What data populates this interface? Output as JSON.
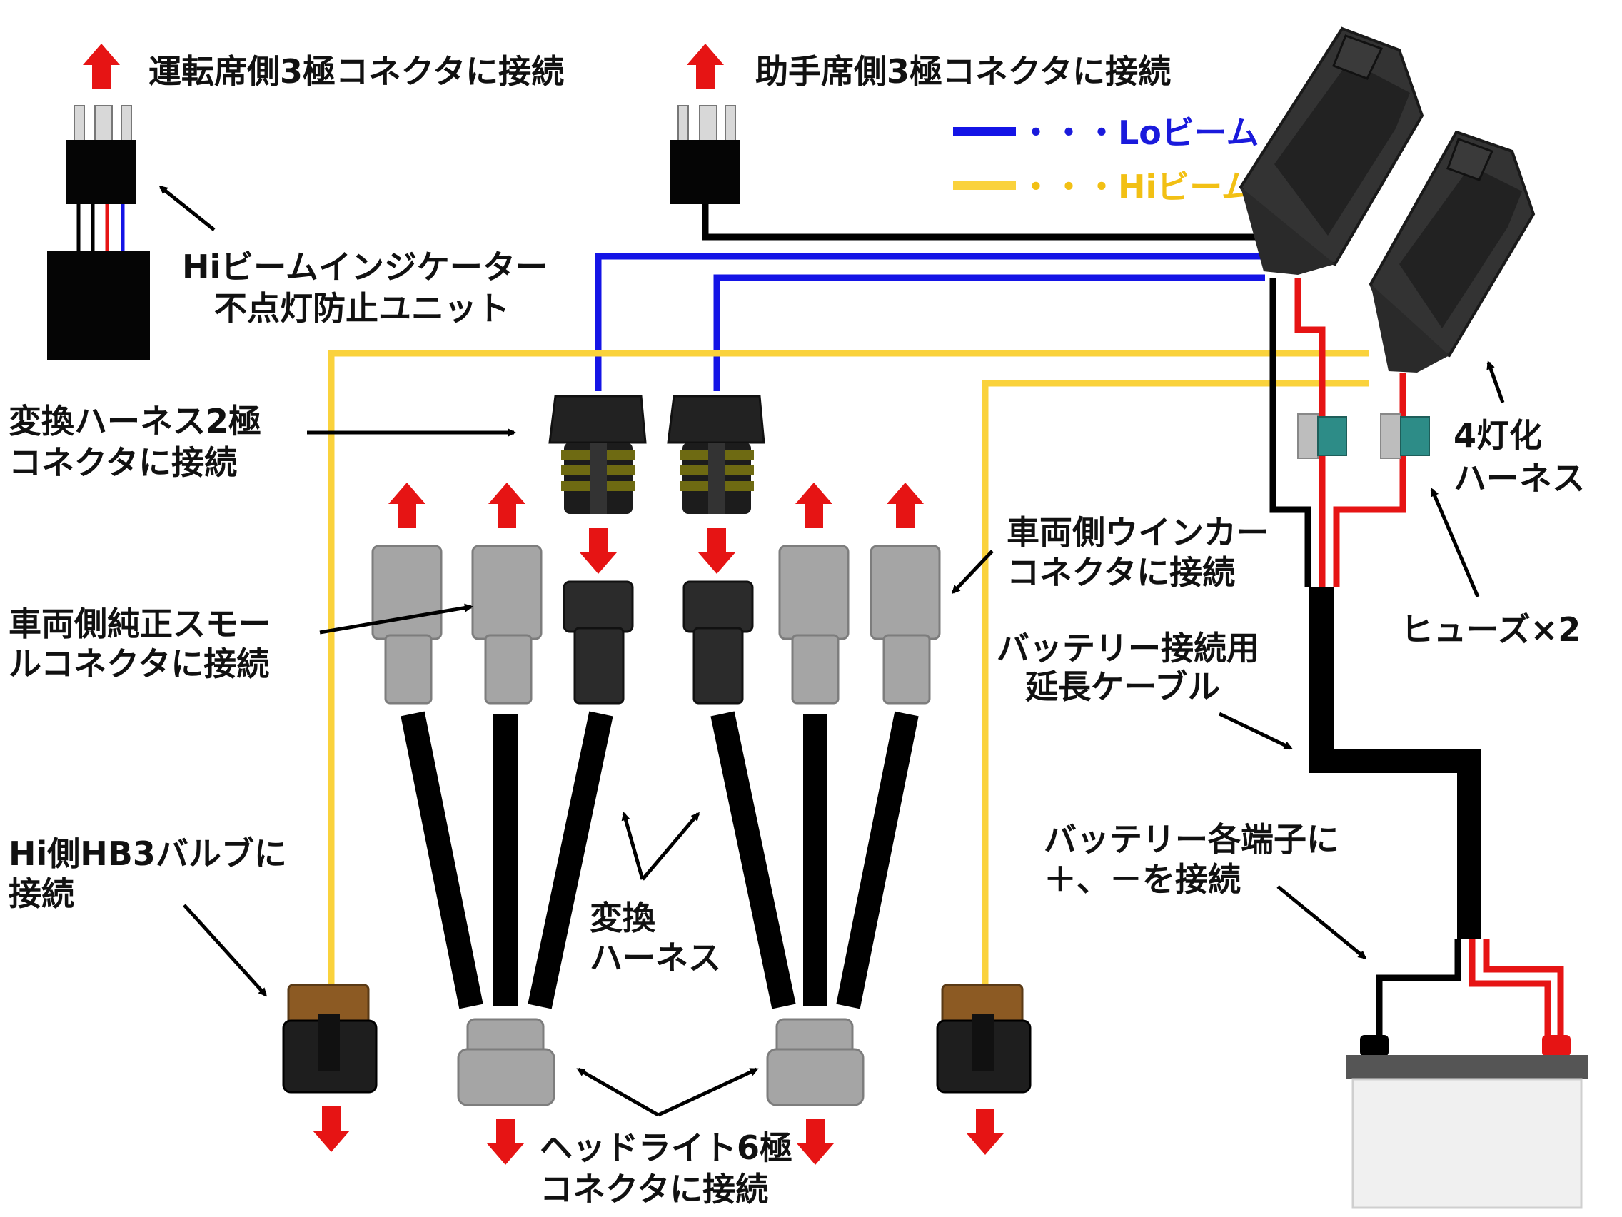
{
  "colors": {
    "lo_wire": "#1414e6",
    "hi_wire": "#fad23c",
    "positive_wire": "#e61414",
    "ground_wire": "#000000",
    "arrow": "#e61414",
    "connector_black": "#2b2b2b",
    "connector_gray": "#a5a5a5",
    "connector_brown": "#8c5a23",
    "fuse_teal": "#2d8c87"
  },
  "legend": {
    "lo_label": "・・・Loビーム",
    "hi_label": "・・・Hiビーム"
  },
  "labels": {
    "driver_side": "運転席側3極コネクタに接続",
    "passenger_side": "助手席側3極コネクタに接続",
    "indicator_unit_line1": "Hiビームインジケーター",
    "indicator_unit_line2": "不点灯防止ユニット",
    "conv_2pin_line1": "変換ハーネス2極",
    "conv_2pin_line2": "コネクタに接続",
    "small_conn_line1": "車両側純正スモー",
    "small_conn_line2": "ルコネクタに接続",
    "winker_line1": "車両側ウインカー",
    "winker_line2": "コネクタに接続",
    "four_lamp_line1": "4灯化",
    "four_lamp_line2": "ハーネス",
    "fuse": "ヒューズ×2",
    "battery_cable_line1": "バッテリー接続用",
    "battery_cable_line2": "延長ケーブル",
    "battery_terminal_line1": "バッテリー各端子に",
    "battery_terminal_line2": "＋、－を接続",
    "conv_harness_line1": "変換",
    "conv_harness_line2": "ハーネス",
    "hb3_line1": "Hi側HB3バルブに",
    "hb3_line2": "接続",
    "headlight_line1": "ヘッドライト6極",
    "headlight_line2": "コネクタに接続"
  },
  "icons": {
    "up_arrow": "red-up-arrow-icon",
    "down_arrow": "red-down-arrow-icon",
    "pointer": "black-pointer-arrow-icon",
    "battery": "car-battery-icon",
    "relay_box": "relay-box-icon",
    "fuse_holder": "fuse-holder-icon"
  }
}
